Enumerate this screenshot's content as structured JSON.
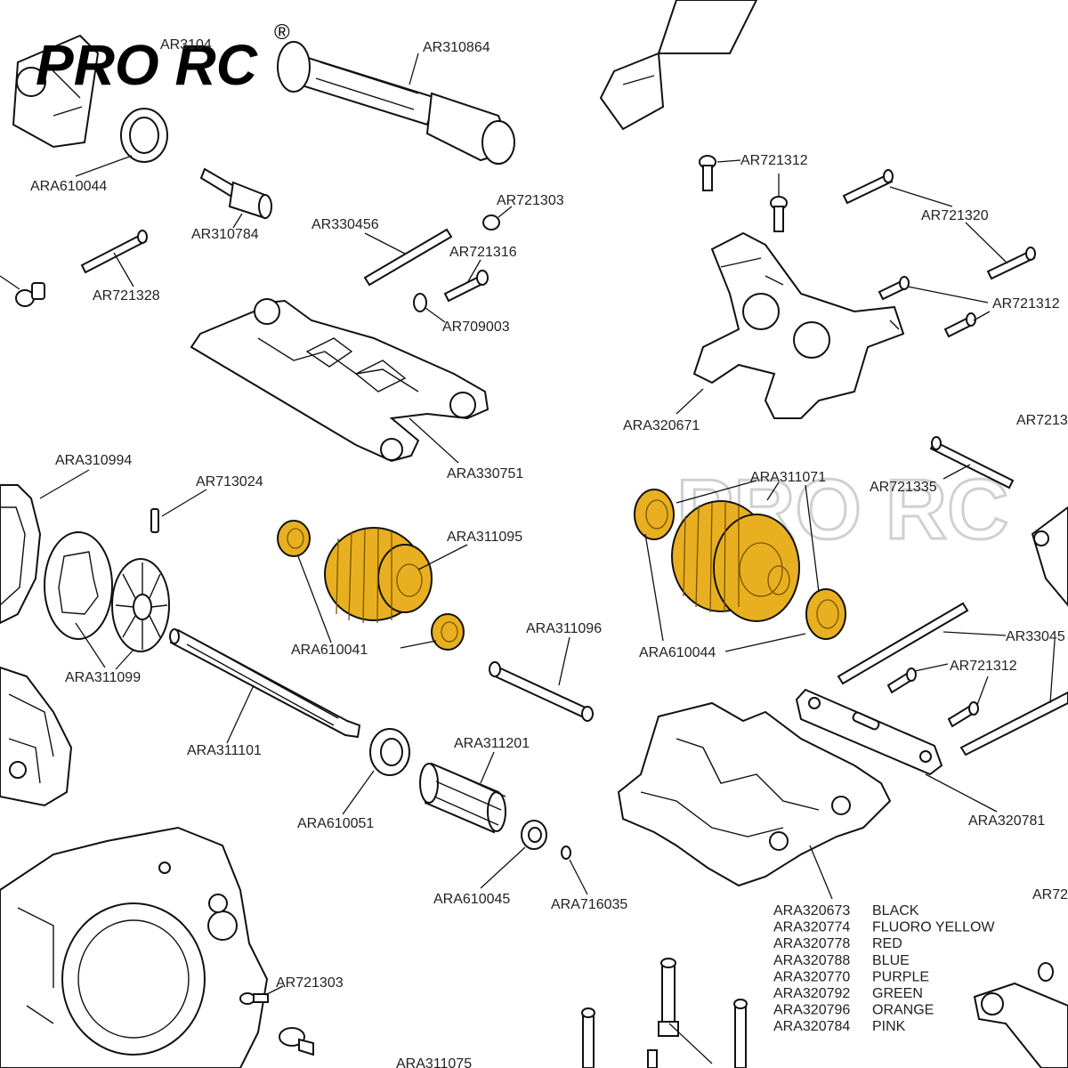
{
  "brand": {
    "name": "PRO RC",
    "mark": "®",
    "watermark": "PRO RC"
  },
  "labels": {
    "ar3104_partial": "AR3104",
    "ar310864": "AR310864",
    "ara610044_top": "ARA610044",
    "ar310784": "AR310784",
    "ar721303_top": "AR721303",
    "ar330456": "AR330456",
    "ar721316": "AR721316",
    "ar721328": "AR721328",
    "ar709003": "AR709003",
    "ar721312_a": "AR721312",
    "ar721320": "AR721320",
    "ar721312_b": "AR721312",
    "ara320671": "ARA320671",
    "ar7213_partial": "AR7213",
    "ara330751": "ARA330751",
    "ara310994": "ARA310994",
    "ar713024": "AR713024",
    "ara311071": "ARA311071",
    "ar721335": "AR721335",
    "ara311095": "ARA311095",
    "ara610041": "ARA610041",
    "ara311099": "ARA311099",
    "ara311096": "ARA311096",
    "ara610044_mid": "ARA610044",
    "ar33045_partial": "AR33045",
    "ar721312_c": "AR721312",
    "ara311101": "ARA311101",
    "ara311201": "ARA311201",
    "ara320781": "ARA320781",
    "ara610051": "ARA610051",
    "ara610045": "ARA610045",
    "ara716035": "ARA716035",
    "ar72_partial": "AR72",
    "ar721303_bottom": "AR721303",
    "ara311075_partial": "ARA311075"
  },
  "color_table": [
    {
      "part": "ARA320673",
      "color": "BLACK"
    },
    {
      "part": "ARA320774",
      "color": "FLUORO YELLOW"
    },
    {
      "part": "ARA320778",
      "color": "RED"
    },
    {
      "part": "ARA320788",
      "color": "BLUE"
    },
    {
      "part": "ARA320770",
      "color": "PURPLE"
    },
    {
      "part": "ARA320792",
      "color": "GREEN"
    },
    {
      "part": "ARA320796",
      "color": "ORANGE"
    },
    {
      "part": "ARA320784",
      "color": "PINK"
    }
  ],
  "highlight_color": "#e8b020"
}
